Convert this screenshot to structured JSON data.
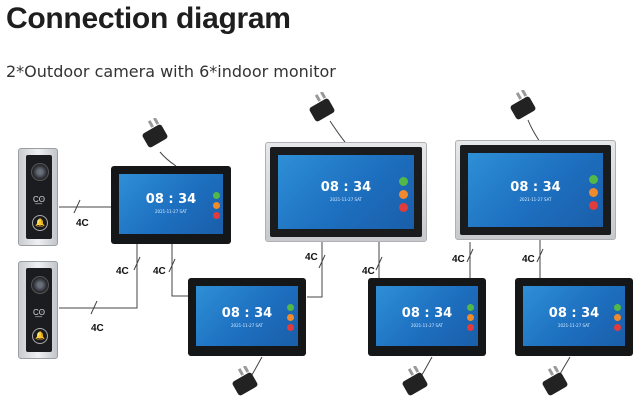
{
  "title": "Connection diagram",
  "subtitle": "2*Outdoor camera with 6*indoor monitor",
  "wire_label": "4C",
  "monitor_time": "08 : 34",
  "monitor_date": "2021-11-27  SAT",
  "colors": {
    "screen": "#2486d0",
    "bezel": "#151617",
    "silver": "#d6d8db",
    "icon_green": "#52b848",
    "icon_orange": "#f08a2c",
    "icon_red": "#e23b3b"
  }
}
